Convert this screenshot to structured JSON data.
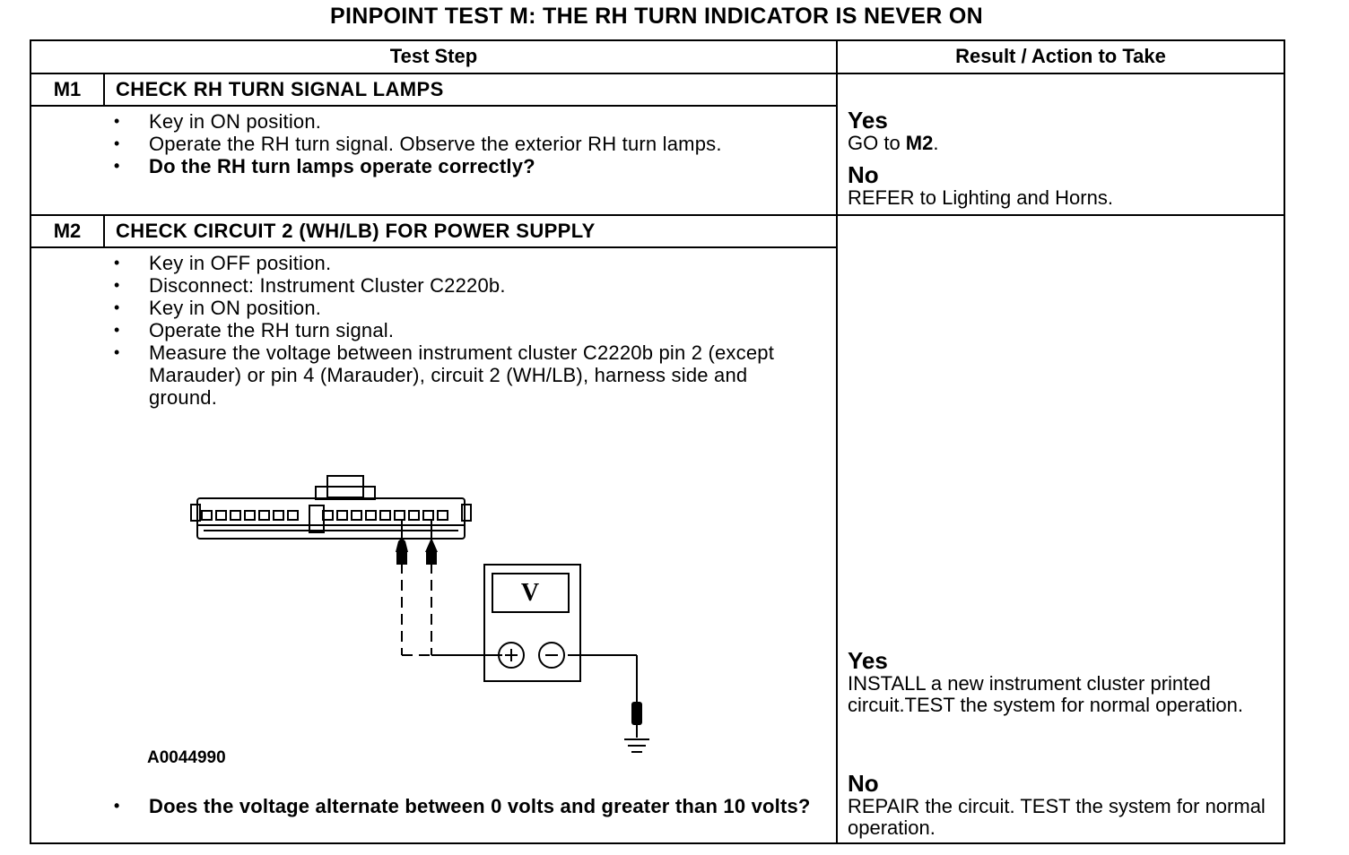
{
  "title": "PINPOINT TEST  M: THE RH TURN INDICATOR IS NEVER ON",
  "headers": {
    "test_step": "Test Step",
    "result": "Result / Action to Take"
  },
  "steps": [
    {
      "id": "M1",
      "title": "CHECK RH TURN SIGNAL LAMPS",
      "items": [
        "Key in ON position.",
        "Operate the RH turn signal. Observe the exterior RH turn lamps."
      ],
      "question": "Do the RH turn lamps operate correctly?",
      "yes_label": "Yes",
      "yes_prefix": "GO to ",
      "yes_ref": "M2",
      "yes_suffix": ".",
      "no_label": "No",
      "no_text": "REFER to Lighting and Horns."
    },
    {
      "id": "M2",
      "title": "CHECK CIRCUIT 2 (WH/LB) FOR POWER SUPPLY",
      "items": [
        "Key in OFF position.",
        "Disconnect: Instrument Cluster C2220b.",
        "Key in ON position.",
        "Operate the RH turn signal.",
        "Measure the voltage between instrument cluster C2220b pin 2 (except Marauder) or pin 4 (Marauder), circuit 2 (WH/LB), harness side and ground."
      ],
      "figure_id": "A0044990",
      "meter_symbol": "V",
      "question": "Does the voltage alternate between 0 volts and greater than 10 volts?",
      "yes_label": "Yes",
      "yes_text": "INSTALL a new instrument cluster printed circuit.TEST the system for normal operation.",
      "no_label": "No",
      "no_text": "REPAIR the circuit. TEST the system for normal operation."
    }
  ],
  "icons": {
    "meter": "voltmeter-icon",
    "ground": "ground-symbol-icon",
    "connector": "connector-icon"
  }
}
